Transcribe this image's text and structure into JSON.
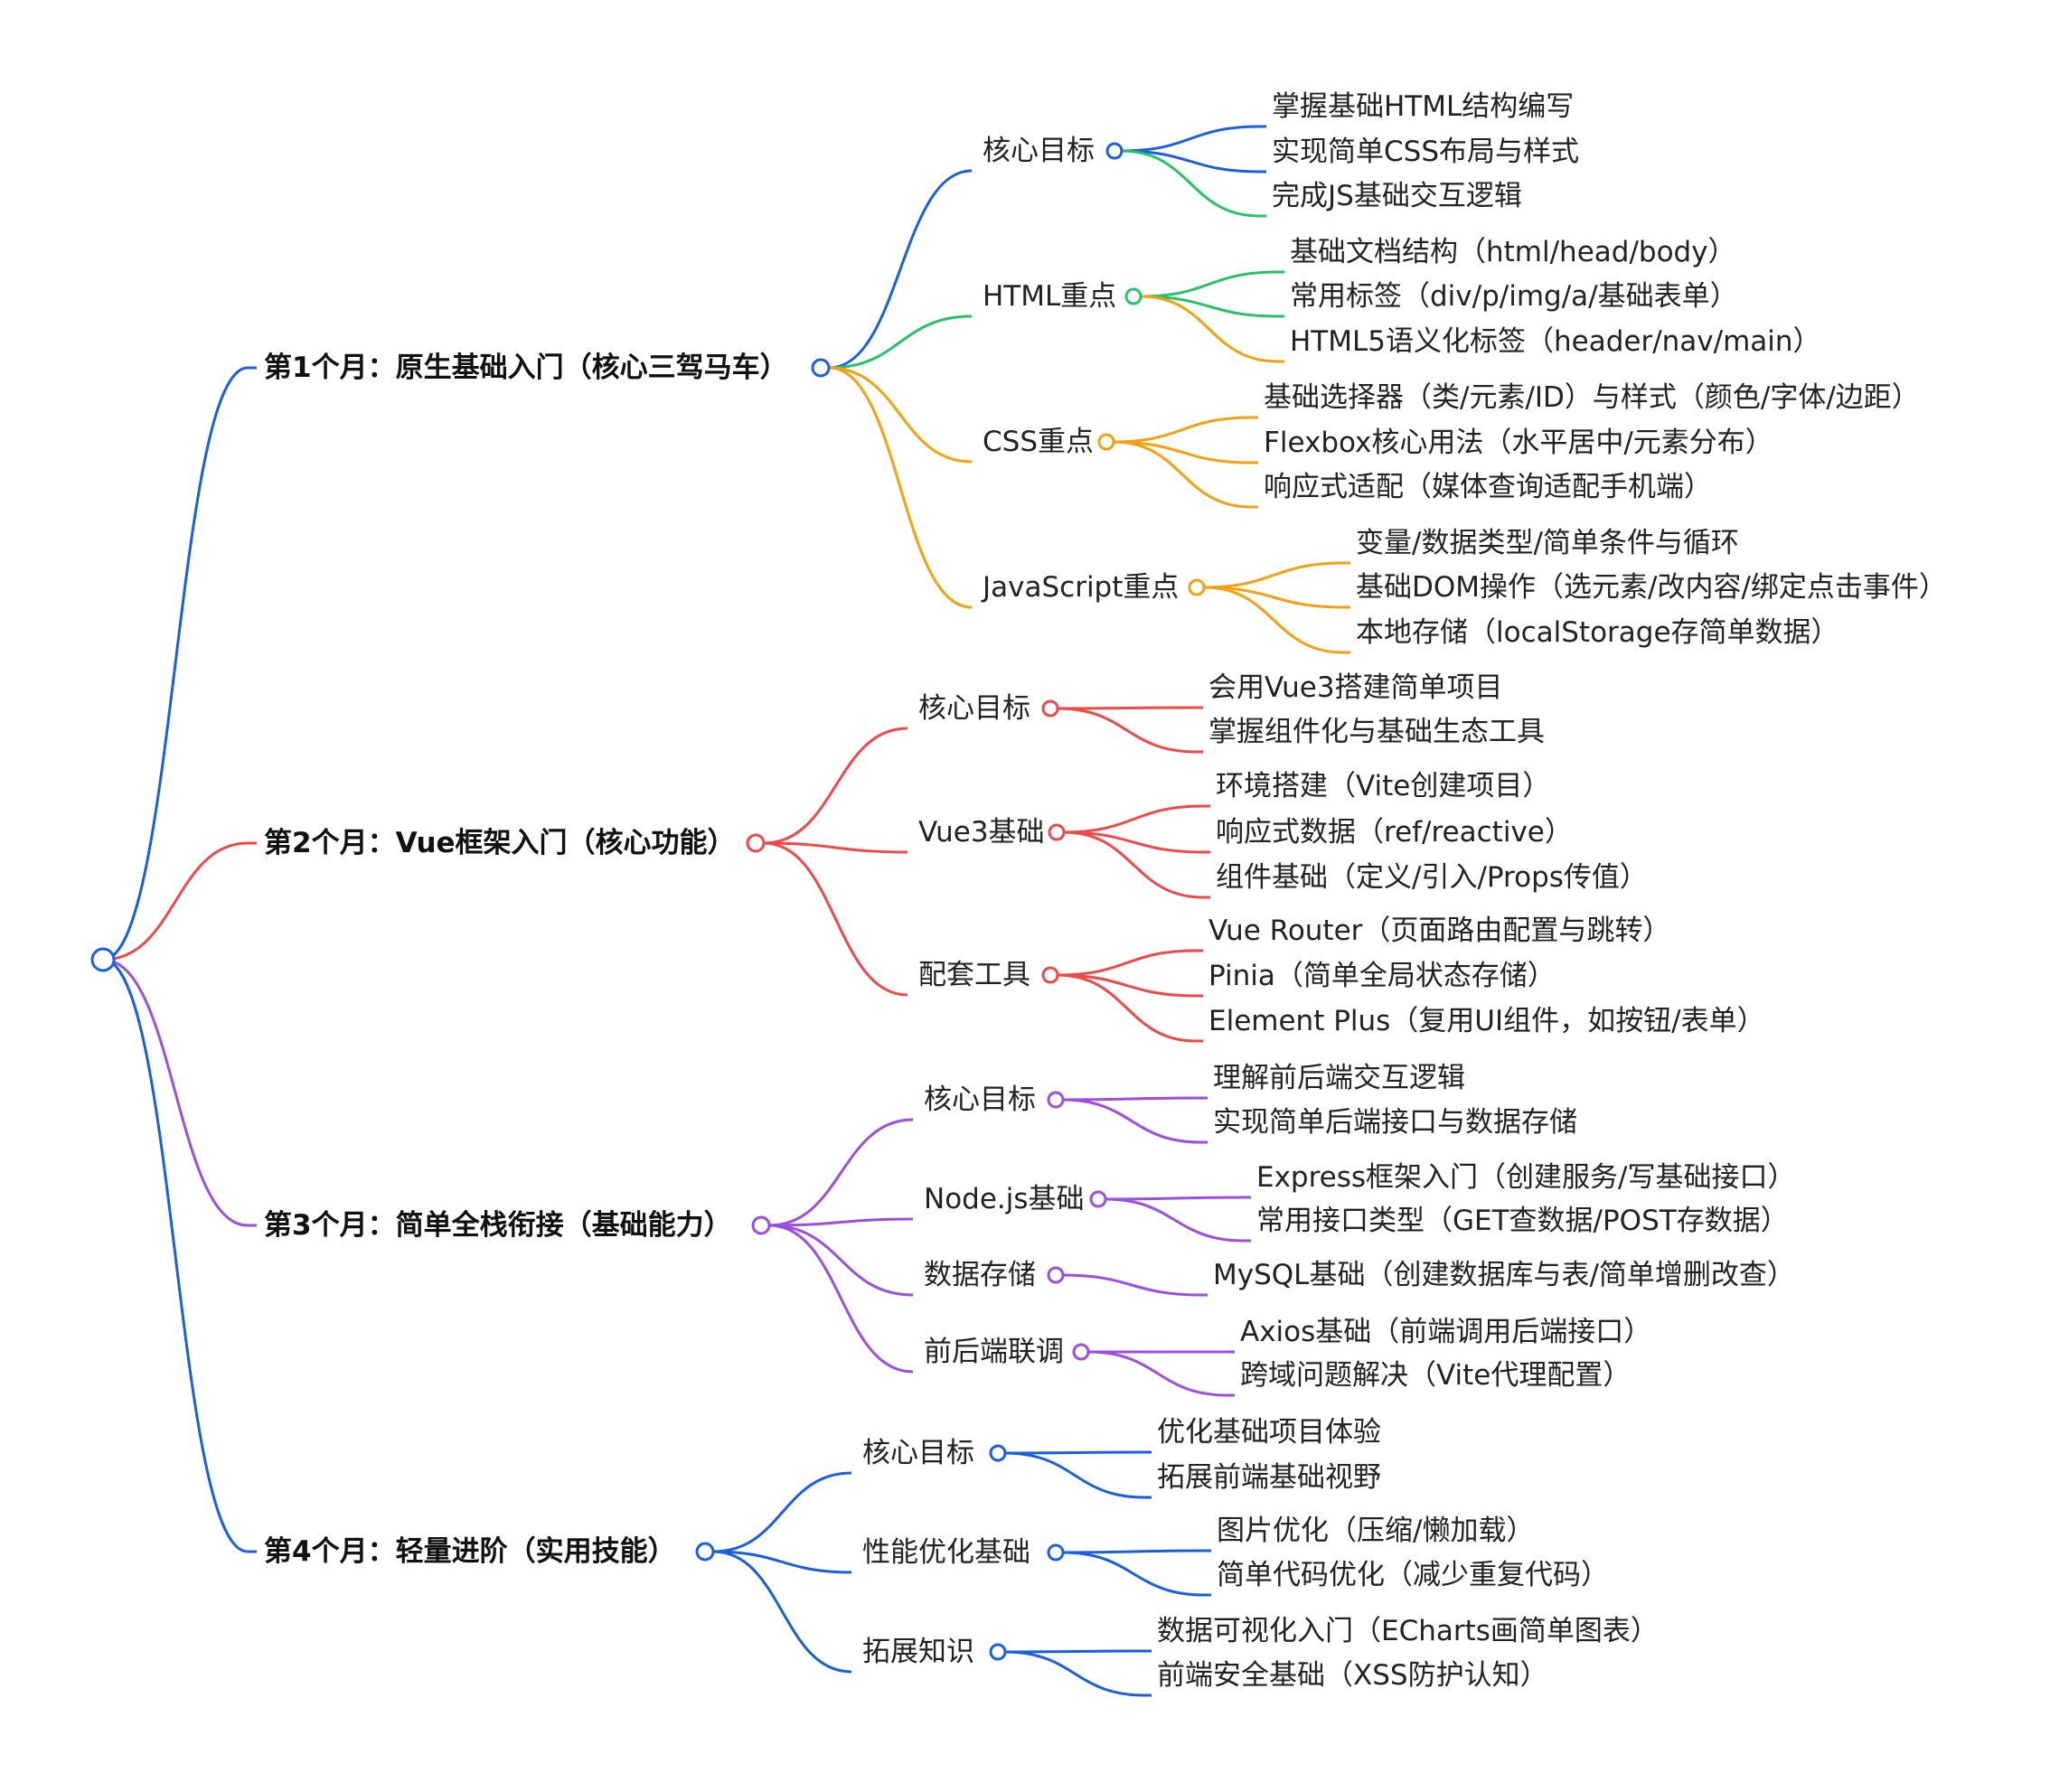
{
  "colors": {
    "blue": "#1a5fe0",
    "green": "#27c267",
    "orange": "#f5a00e",
    "red": "#f04848",
    "purple": "#9b4ee0"
  },
  "months": [
    {
      "label": "第1个月：原生基础入门（核心三驾马车）",
      "color": "blue",
      "groups": [
        {
          "label": "核心目标",
          "color": "blue",
          "items": [
            {
              "text": "掌握基础HTML结构编写",
              "color": "blue"
            },
            {
              "text": "实现简单CSS布局与样式",
              "color": "blue"
            },
            {
              "text": "完成JS基础交互逻辑",
              "color": "green"
            }
          ]
        },
        {
          "label": "HTML重点",
          "color": "green",
          "items": [
            {
              "text": "基础文档结构（html/head/body）",
              "color": "green"
            },
            {
              "text": "常用标签（div/p/img/a/基础表单）",
              "color": "green"
            },
            {
              "text": "HTML5语义化标签（header/nav/main）",
              "color": "orange"
            }
          ]
        },
        {
          "label": "CSS重点",
          "color": "orange",
          "items": [
            {
              "text": "基础选择器（类/元素/ID）与样式（颜色/字体/边距）",
              "color": "orange"
            },
            {
              "text": "Flexbox核心用法（水平居中/元素分布）",
              "color": "orange"
            },
            {
              "text": "响应式适配（媒体查询适配手机端）",
              "color": "orange"
            }
          ]
        },
        {
          "label": "JavaScript重点",
          "color": "orange",
          "items": [
            {
              "text": "变量/数据类型/简单条件与循环",
              "color": "orange"
            },
            {
              "text": "基础DOM操作（选元素/改内容/绑定点击事件）",
              "color": "orange"
            },
            {
              "text": "本地存储（localStorage存简单数据）",
              "color": "orange"
            }
          ]
        }
      ]
    },
    {
      "label": "第2个月：Vue框架入门（核心功能）",
      "color": "red",
      "groups": [
        {
          "label": "核心目标",
          "color": "red",
          "items": [
            {
              "text": "会用Vue3搭建简单项目",
              "color": "red"
            },
            {
              "text": "掌握组件化与基础生态工具",
              "color": "red"
            }
          ]
        },
        {
          "label": "Vue3基础",
          "color": "red",
          "items": [
            {
              "text": "环境搭建（Vite创建项目）",
              "color": "red"
            },
            {
              "text": "响应式数据（ref/reactive）",
              "color": "red"
            },
            {
              "text": "组件基础（定义/引入/Props传值）",
              "color": "red"
            }
          ]
        },
        {
          "label": "配套工具",
          "color": "red",
          "items": [
            {
              "text": "Vue Router（页面路由配置与跳转）",
              "color": "red"
            },
            {
              "text": "Pinia（简单全局状态存储）",
              "color": "red"
            },
            {
              "text": "Element Plus（复用UI组件，如按钮/表单）",
              "color": "red"
            }
          ]
        }
      ]
    },
    {
      "label": "第3个月：简单全栈衔接（基础能力）",
      "color": "purple",
      "groups": [
        {
          "label": "核心目标",
          "color": "purple",
          "items": [
            {
              "text": "理解前后端交互逻辑",
              "color": "purple"
            },
            {
              "text": "实现简单后端接口与数据存储",
              "color": "purple"
            }
          ]
        },
        {
          "label": "Node.js基础",
          "color": "purple",
          "items": [
            {
              "text": "Express框架入门（创建服务/写基础接口）",
              "color": "purple"
            },
            {
              "text": "常用接口类型（GET查数据/POST存数据）",
              "color": "purple"
            }
          ]
        },
        {
          "label": "数据存储",
          "color": "purple",
          "items": [
            {
              "text": "MySQL基础（创建数据库与表/简单增删改查）",
              "color": "purple"
            }
          ]
        },
        {
          "label": "前后端联调",
          "color": "purple",
          "items": [
            {
              "text": "Axios基础（前端调用后端接口）",
              "color": "purple"
            },
            {
              "text": "跨域问题解决（Vite代理配置）",
              "color": "purple"
            }
          ]
        }
      ]
    },
    {
      "label": "第4个月：轻量进阶（实用技能）",
      "color": "blue",
      "groups": [
        {
          "label": "核心目标",
          "color": "blue",
          "items": [
            {
              "text": "优化基础项目体验",
              "color": "blue"
            },
            {
              "text": "拓展前端基础视野",
              "color": "blue"
            }
          ]
        },
        {
          "label": "性能优化基础",
          "color": "blue",
          "items": [
            {
              "text": "图片优化（压缩/懒加载）",
              "color": "blue"
            },
            {
              "text": "简单代码优化（减少重复代码）",
              "color": "blue"
            }
          ]
        },
        {
          "label": "拓展知识",
          "color": "blue",
          "items": [
            {
              "text": "数据可视化入门（ECharts画简单图表）",
              "color": "blue"
            },
            {
              "text": "前端安全基础（XSS防护认知）",
              "color": "blue"
            }
          ]
        }
      ]
    }
  ]
}
